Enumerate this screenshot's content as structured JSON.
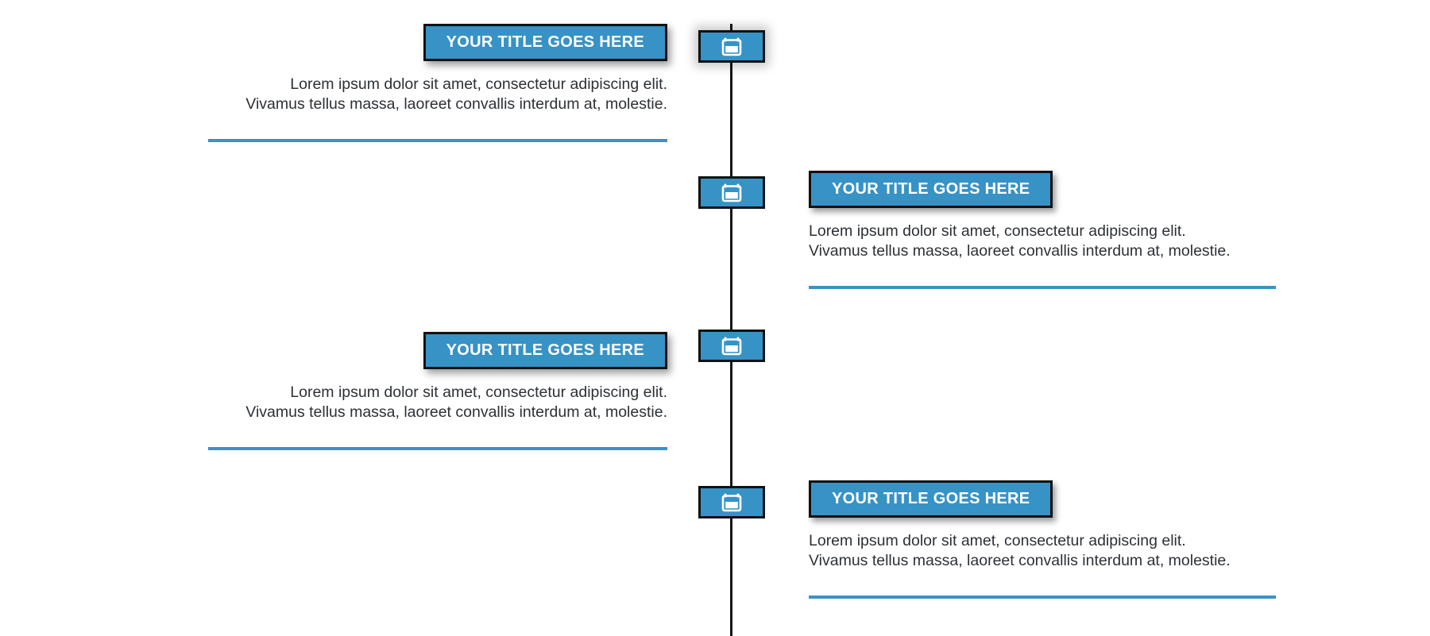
{
  "theme": {
    "accent_blue": "#3792C6",
    "divider_blue": "#3A92C6",
    "outline_black": "#111111",
    "spine_black": "#161616",
    "body_text_color": "#2c3137",
    "title_text_color": "#ffffff",
    "background": "#ffffff"
  },
  "timeline": {
    "marker_icon": "calendar-icon",
    "entries": [
      {
        "index": 1,
        "side": "left",
        "title": "YOUR TITLE GOES HERE",
        "body_line_1": "Lorem ipsum dolor sit amet, consectetur adipiscing elit.",
        "body_line_2": "Vivamus tellus massa, laoreet convallis interdum at, molestie.",
        "icon": "calendar-icon"
      },
      {
        "index": 2,
        "side": "right",
        "title": "YOUR TITLE GOES HERE",
        "body_line_1": "Lorem ipsum dolor sit amet, consectetur adipiscing elit.",
        "body_line_2": "Vivamus tellus massa, laoreet convallis interdum at, molestie.",
        "icon": "calendar-icon"
      },
      {
        "index": 3,
        "side": "left",
        "title": "YOUR TITLE GOES HERE",
        "body_line_1": "Lorem ipsum dolor sit amet, consectetur adipiscing elit.",
        "body_line_2": "Vivamus tellus massa, laoreet convallis interdum at, molestie.",
        "icon": "calendar-icon"
      },
      {
        "index": 4,
        "side": "right",
        "title": "YOUR TITLE GOES HERE",
        "body_line_1": "Lorem ipsum dolor sit amet, consectetur adipiscing elit.",
        "body_line_2": "Vivamus tellus massa, laoreet convallis interdum at, molestie.",
        "icon": "calendar-icon"
      }
    ]
  }
}
